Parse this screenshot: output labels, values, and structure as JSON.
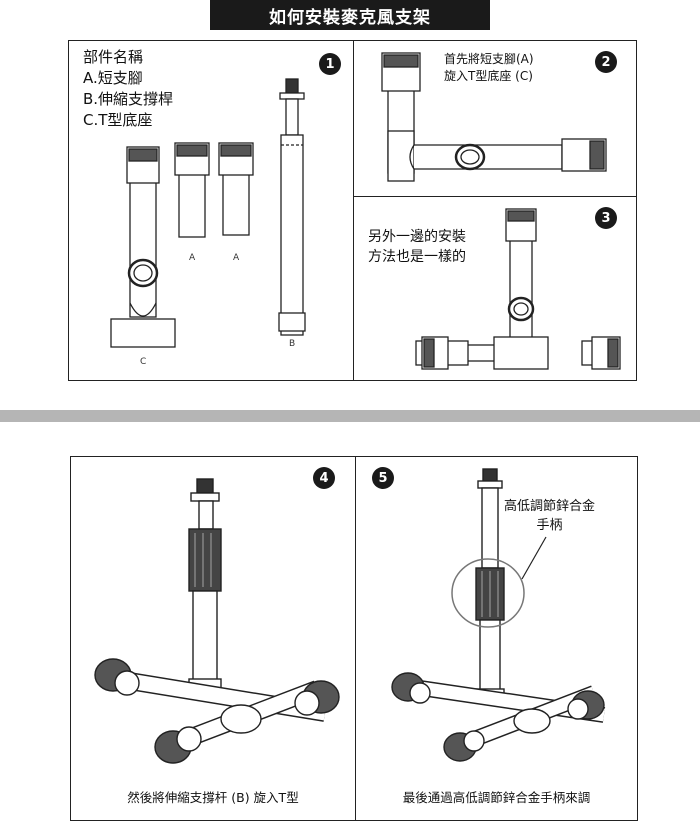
{
  "title": "如何安裝麥克風支架",
  "panel1": {
    "number": "1",
    "parts_heading": "部件名稱",
    "part_a": "A.短支腳",
    "part_b": "B.伸縮支撐桿",
    "part_c": "C.T型底座",
    "label_a1": "A",
    "label_a2": "A",
    "label_b": "B",
    "label_c": "C"
  },
  "panel2": {
    "number": "2",
    "note_line1": "首先將短支腳(A)",
    "note_line2": "旋入T型底座 (C)"
  },
  "panel3": {
    "number": "3",
    "note_line1": "另外一邊的安裝",
    "note_line2": "方法也是一樣的"
  },
  "panel4": {
    "number": "4",
    "caption": "然後將伸縮支撐杆 (B) 旋入T型"
  },
  "panel5": {
    "number": "5",
    "callout_line1": "高低調節鋅合金",
    "callout_line2": "手柄",
    "caption": "最後通過高低調節鋅合金手柄來調"
  }
}
